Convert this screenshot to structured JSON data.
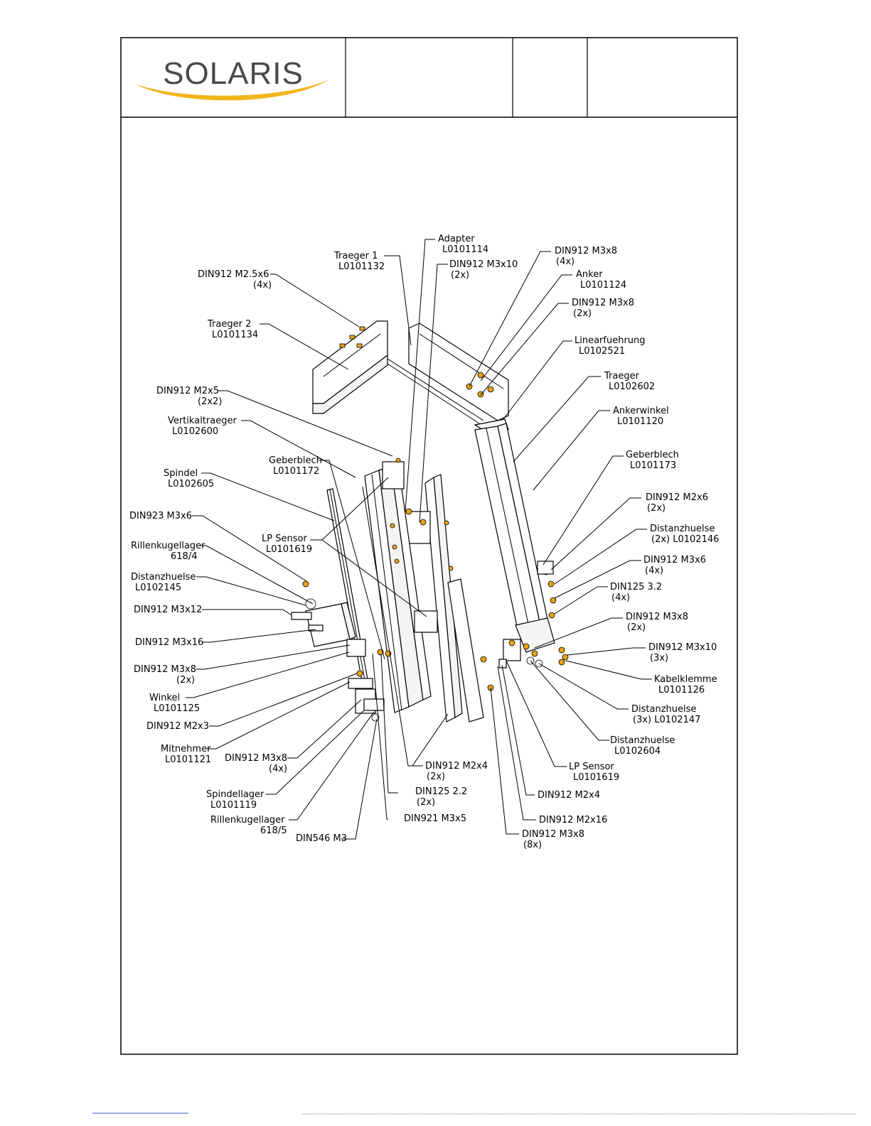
{
  "header": {
    "logo_text": "SOLARIS",
    "logo_swoosh_color": "#f2b51c"
  },
  "labels": [
    {
      "id": "adapter",
      "lines": [
        "Adapter",
        "L0101114"
      ]
    },
    {
      "id": "traeger1",
      "lines": [
        "Traeger 1",
        "L0101132"
      ]
    },
    {
      "id": "din912-m3x8-4x-top",
      "lines": [
        "DIN912 M3x8",
        "(4x)"
      ]
    },
    {
      "id": "din912-m3x10-2x",
      "lines": [
        "DIN912 M3x10",
        "(2x)"
      ]
    },
    {
      "id": "din912-m25x6",
      "lines": [
        "DIN912 M2.5x6",
        "(4x)"
      ]
    },
    {
      "id": "anker",
      "lines": [
        "Anker",
        "L0101124"
      ]
    },
    {
      "id": "din912-m3x8-2x-top",
      "lines": [
        "DIN912 M3x8",
        "(2x)"
      ]
    },
    {
      "id": "traeger2",
      "lines": [
        "Traeger 2",
        "L0101134"
      ]
    },
    {
      "id": "linearfuehrung",
      "lines": [
        "Linearfuehrung",
        "L0102521"
      ]
    },
    {
      "id": "traeger",
      "lines": [
        "Traeger",
        "L0102602"
      ]
    },
    {
      "id": "din912-m2x5",
      "lines": [
        "DIN912 M2x5",
        "(2x2)"
      ]
    },
    {
      "id": "ankerwinkel",
      "lines": [
        "Ankerwinkel",
        "L0101120"
      ]
    },
    {
      "id": "vertikaltraeger",
      "lines": [
        "Vertikaltraeger",
        "L0102600"
      ]
    },
    {
      "id": "geberblech-l",
      "lines": [
        "Geberblech",
        "L0101172"
      ]
    },
    {
      "id": "geberblech-r",
      "lines": [
        "Geberblech",
        "L0101173"
      ]
    },
    {
      "id": "spindel",
      "lines": [
        "Spindel",
        "L0102605"
      ]
    },
    {
      "id": "din912-m2x6",
      "lines": [
        "DIN912 M2x6",
        "(2x)"
      ]
    },
    {
      "id": "din923-m3x6",
      "lines": [
        "DIN923 M3x6"
      ]
    },
    {
      "id": "lp-sensor-l",
      "lines": [
        "LP Sensor",
        "L0101619"
      ]
    },
    {
      "id": "distanzhuelse-2x",
      "lines": [
        "Distanzhuelse",
        "(2x) L0102146"
      ]
    },
    {
      "id": "rillenkugellager-6184",
      "lines": [
        "Rillenkugellager",
        "618/4"
      ]
    },
    {
      "id": "din912-m3x6",
      "lines": [
        "DIN912 M3x6",
        "(4x)"
      ]
    },
    {
      "id": "distanzhuelse-l",
      "lines": [
        "Distanzhuelse",
        "L0102145"
      ]
    },
    {
      "id": "din125-32",
      "lines": [
        "DIN125 3.2",
        "(4x)"
      ]
    },
    {
      "id": "din912-m3x12",
      "lines": [
        "DIN912 M3x12"
      ]
    },
    {
      "id": "din912-m3x8-2x-r",
      "lines": [
        "DIN912 M3x8",
        "(2x)"
      ]
    },
    {
      "id": "din912-m3x16",
      "lines": [
        "DIN912 M3x16"
      ]
    },
    {
      "id": "din912-m3x10-3x",
      "lines": [
        "DIN912 M3x10",
        "(3x)"
      ]
    },
    {
      "id": "din912-m3x8-2x-l",
      "lines": [
        "DIN912 M3x8",
        "(2x)"
      ]
    },
    {
      "id": "kabelklemme",
      "lines": [
        "Kabelklemme",
        "L0101126"
      ]
    },
    {
      "id": "winkel",
      "lines": [
        "Winkel",
        "L0101125"
      ]
    },
    {
      "id": "distanzhuelse-3x",
      "lines": [
        "Distanzhuelse",
        "(3x) L0102147"
      ]
    },
    {
      "id": "din912-m2x3",
      "lines": [
        "DIN912 M2x3"
      ]
    },
    {
      "id": "distanzhuelse-r",
      "lines": [
        "Distanzhuelse",
        "L0102604"
      ]
    },
    {
      "id": "mitnehmer",
      "lines": [
        "Mitnehmer",
        "L0101121"
      ]
    },
    {
      "id": "din912-m3x8-4x-low",
      "lines": [
        "DIN912 M3x8",
        "(4x)"
      ]
    },
    {
      "id": "din912-m2x4-2x",
      "lines": [
        "DIN912 M2x4",
        "(2x)"
      ]
    },
    {
      "id": "lp-sensor-r",
      "lines": [
        "LP Sensor",
        "L0101619"
      ]
    },
    {
      "id": "spindellager",
      "lines": [
        "Spindellager",
        "L0101119"
      ]
    },
    {
      "id": "din125-22",
      "lines": [
        "DIN125 2.2",
        "(2x)"
      ]
    },
    {
      "id": "din912-m2x4",
      "lines": [
        "DIN912 M2x4"
      ]
    },
    {
      "id": "rillenkugellager-6185",
      "lines": [
        "Rillenkugellager",
        "618/5"
      ]
    },
    {
      "id": "din921-m3x5",
      "lines": [
        "DIN921 M3x5"
      ]
    },
    {
      "id": "din912-m2x16",
      "lines": [
        "DIN912 M2x16"
      ]
    },
    {
      "id": "din546-m3",
      "lines": [
        "DIN546 M3"
      ]
    },
    {
      "id": "din912-m3x8-8x",
      "lines": [
        "DIN912 M3x8",
        "(8x)"
      ]
    }
  ]
}
